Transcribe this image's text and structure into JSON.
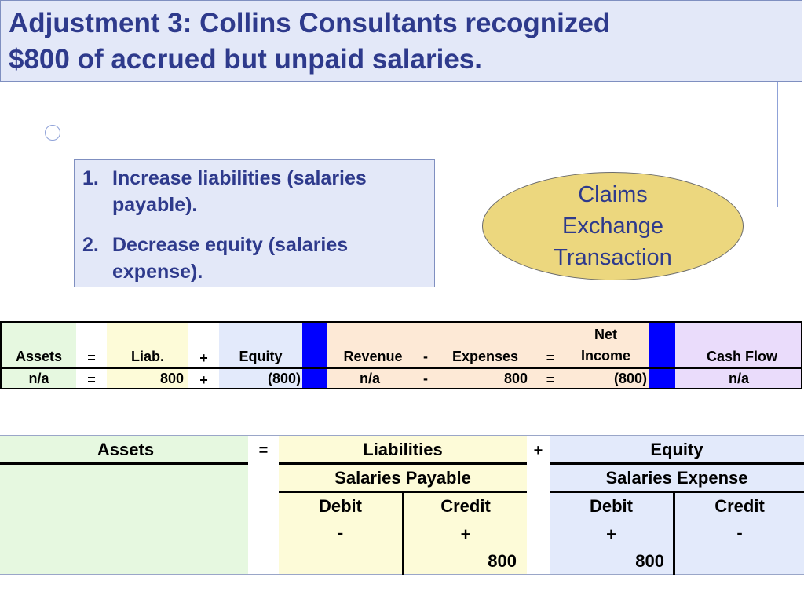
{
  "title": {
    "line1": "Adjustment 3:  Collins Consultants recognized",
    "line2": "$800 of accrued but unpaid salaries."
  },
  "steps": [
    {
      "num": "1.",
      "line1": "Increase liabilities (salaries",
      "line2": "payable)."
    },
    {
      "num": "2.",
      "line1": "Decrease equity (salaries",
      "line2": "expense)."
    }
  ],
  "transaction_type": {
    "line1": "Claims",
    "line2": "Exchange",
    "line3": "Transaction"
  },
  "statements_table": {
    "headers": {
      "assets": "Assets",
      "eq1": "=",
      "liab": "Liab.",
      "plus": "+",
      "equity": "Equity",
      "revenue": "Revenue",
      "minus": "-",
      "expenses": "Expenses",
      "eq2": "=",
      "net_income_1": "Net",
      "net_income_2": "Income",
      "cash_flow": "Cash Flow"
    },
    "row": {
      "assets": "n/a",
      "eq1": "=",
      "liab": "800",
      "plus": "+",
      "equity": "(800)",
      "revenue": "n/a",
      "minus": "-",
      "expenses": "800",
      "eq2": "=",
      "net_income": "(800)",
      "cash_flow": "n/a"
    }
  },
  "t_accounts": {
    "assets": "Assets",
    "eq": "=",
    "liabilities": "Liabilities",
    "plus": "+",
    "equity": "Equity",
    "salaries_payable": "Salaries Payable",
    "salaries_expense": "Salaries Expense",
    "sp_debit": "Debit",
    "sp_credit": "Credit",
    "se_debit": "Debit",
    "se_credit": "Credit",
    "sp_debit_sign": "-",
    "sp_credit_sign": "+",
    "se_debit_sign": "+",
    "se_credit_sign": "-",
    "sp_credit_value": "800",
    "se_debit_value": "800"
  },
  "colors": {
    "title_bg": "#e3e8f8",
    "title_text": "#2e3a8c",
    "ellipse": "#ecd77e",
    "assets_bg": "#e6f8e0",
    "liab_bg": "#fdfbd8",
    "equity_bg": "#e3eafb",
    "income_bg": "#fde9d6",
    "cash_bg": "#eadcfb",
    "divider": "#0000ff"
  }
}
